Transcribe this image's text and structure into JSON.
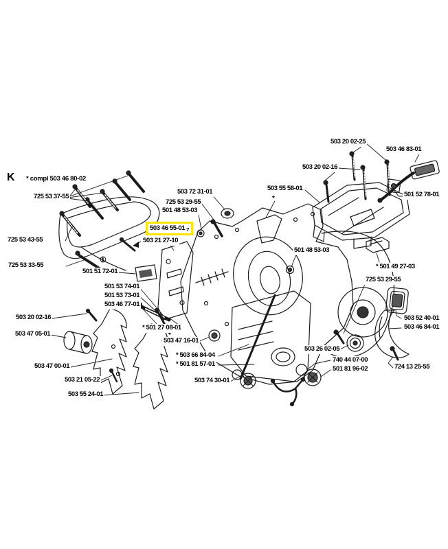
{
  "figure": {
    "section_letter": "K",
    "assembly_note": "* compl 503 46 80-02",
    "circled_marker": "①",
    "asterisk_marker": "*",
    "highlight_suffix": "7",
    "highlight_color": "#FFE600",
    "line_color": "#1a1a1a",
    "background_color": "#ffffff"
  },
  "highlight": {
    "text": "503 46 55-01"
  },
  "labels": [
    "725 53 37-55",
    "725 53 43-55",
    "725 53 33-55",
    "501 51 72-01",
    "501 53 74-01",
    "501 53 73-01",
    "503 46 77-01",
    "503 20 02-16",
    "503 47 05-01",
    "503 47 00-01",
    "503 21 05-22",
    "503 55 24-01",
    "503 72 31-01",
    "725 53 29-55",
    "501 48 53-03",
    "503 21 27-10",
    "* 501 27 08-01",
    "503 47 16-01",
    "* 503 66 84-04",
    "* 501 81 57-01",
    "503 74 30-01",
    "503 20 02-25",
    "503 46 83-01",
    "503 20 02-16",
    "503 55 58-01",
    "501 52 78-01",
    "501 48 53-03",
    "* 501 49 27-03",
    "725 53 29-55",
    "503 52 40-01",
    "503 46 84-01",
    "503 26 02-05",
    "740 44 07-00",
    "501 81 96-02",
    "724 13 25-55"
  ]
}
